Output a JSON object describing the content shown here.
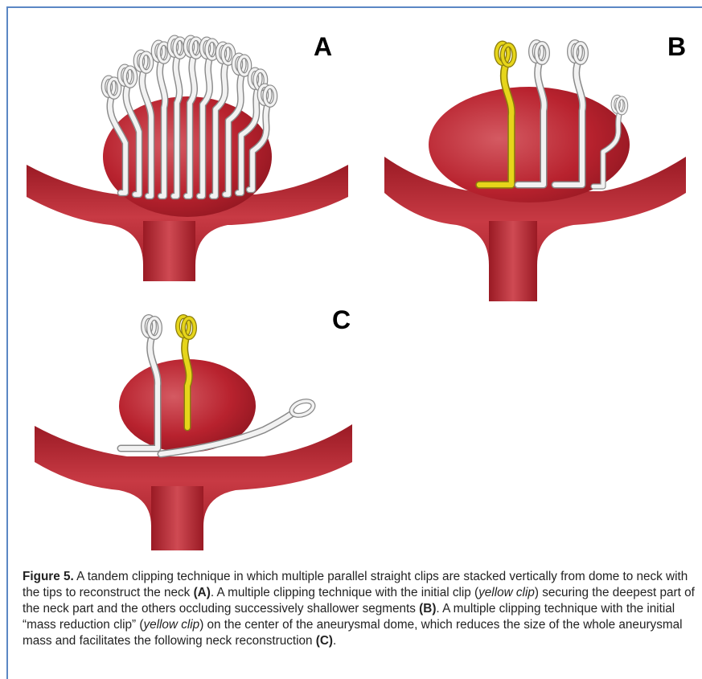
{
  "panels": {
    "a": {
      "label": "A"
    },
    "b": {
      "label": "B"
    },
    "c": {
      "label": "C"
    }
  },
  "caption": {
    "figure_label": "Figure 5.",
    "t1": " A tandem clipping technique in which multiple parallel straight clips are stacked vertically from dome to neck with the tips to reconstruct the neck ",
    "ref_a": "(A)",
    "t2": ". A multiple clipping technique with the initial clip (",
    "yellow_clip_1": "yellow clip",
    "t3": ") securing the deepest part of the neck part and the others occluding successively shallower segments ",
    "ref_b": "(B)",
    "t4": ". A multiple clipping technique with the initial “mass reduction clip” (",
    "yellow_clip_2": "yellow clip",
    "t5": ") on the center of the aneurysmal dome, which reduces the size of the whole aneurysmal mass and facilitates the following neck reconstruction ",
    "ref_c": "(C)",
    "t6": "."
  },
  "colors": {
    "vessel": "#b8222e",
    "vessel_dark": "#8e1620",
    "vessel_light": "#d45a62",
    "clip_white": "#f2f2f2",
    "clip_outline": "#8a8a8a",
    "clip_yellow": "#e6d51a",
    "clip_yellow_outline": "#8c7d0c",
    "frame_border": "#5b87c4"
  }
}
